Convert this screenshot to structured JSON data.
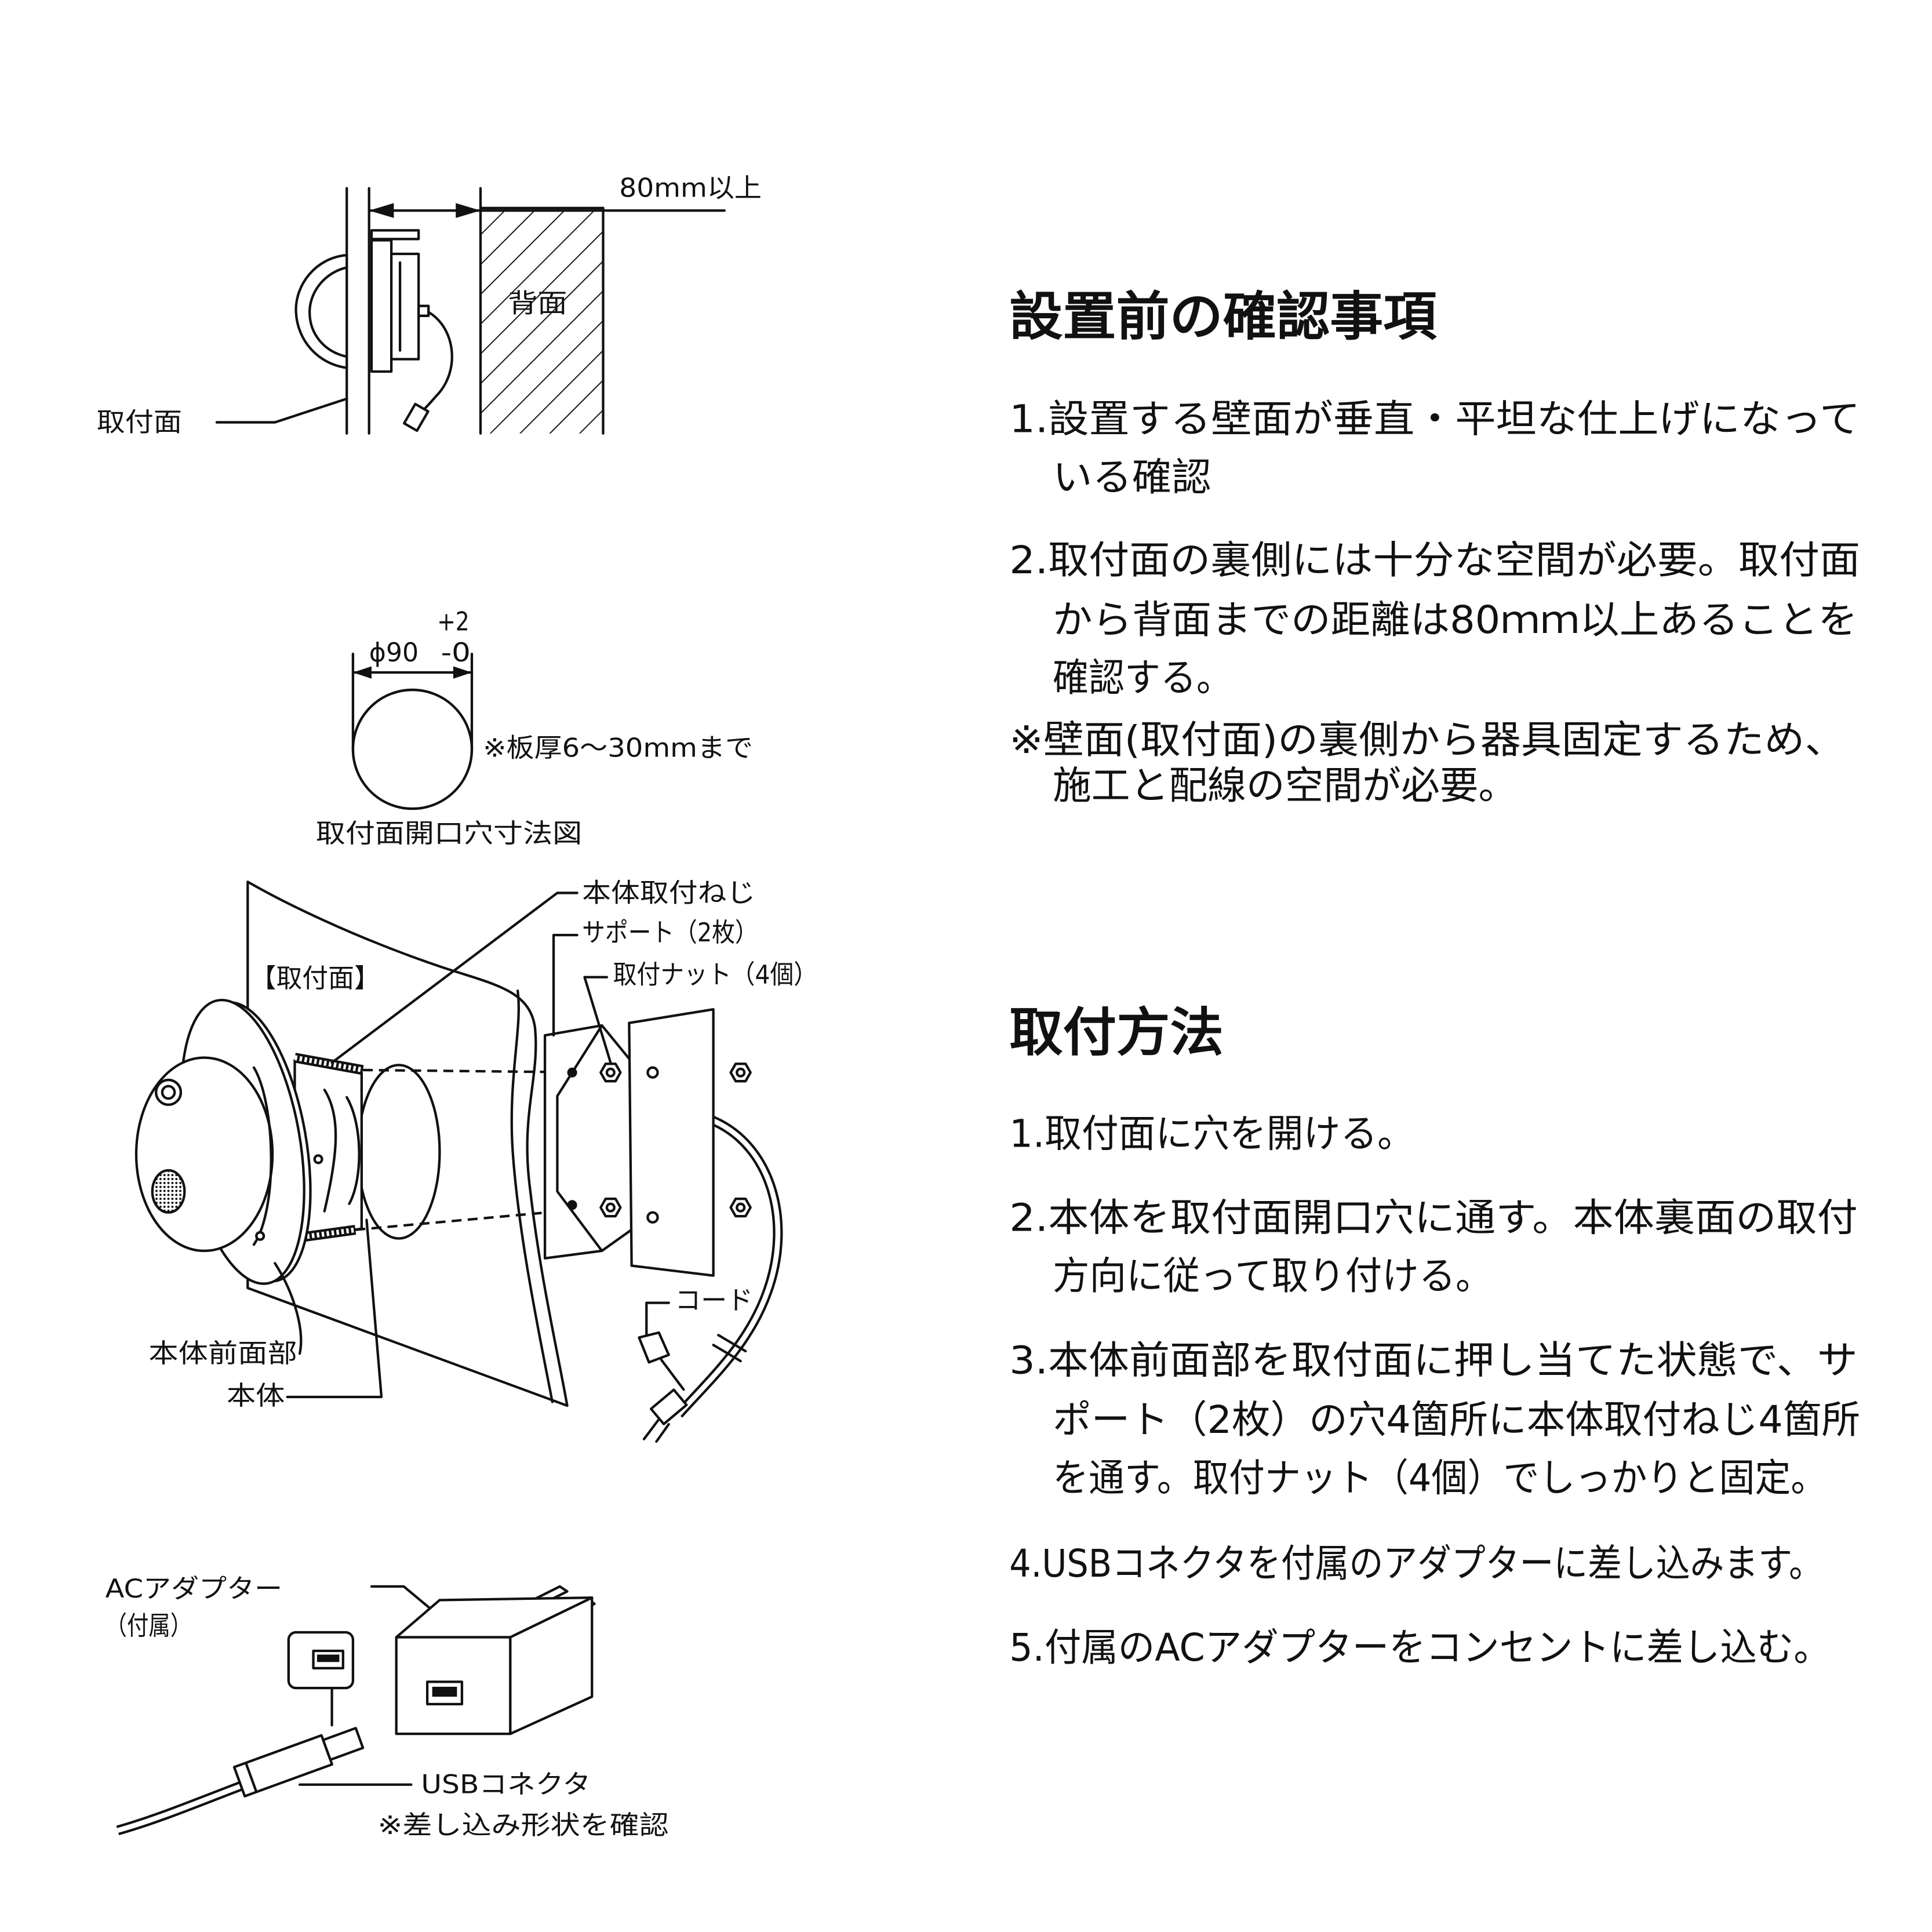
{
  "colors": {
    "ink": "#111111",
    "background": "#ffffff"
  },
  "diagrams": {
    "clearance": {
      "dimension_label": "80mm以上",
      "back_label": "背面",
      "surface_label": "取付面"
    },
    "hole": {
      "diameter_label": "ϕ90",
      "tol_plus": "+2",
      "tol_minus": "-0",
      "note": "※板厚6～30mmまで",
      "caption": "取付面開口穴寸法図"
    },
    "install": {
      "screw_label": "本体取付ねじ",
      "support_label": "サポート（2枚）",
      "nut_label": "取付ナット（4個）",
      "surface_label": "【取付面】",
      "cord_label": "コード",
      "front_label": "本体前面部",
      "body_label": "本体"
    },
    "adapter": {
      "adapter_label": "ACアダプター",
      "adapter_note": "（付属）",
      "usb_label": "USBコネクタ",
      "usb_note": "※差し込み形状を確認"
    }
  },
  "sections": [
    {
      "heading": "設置前の確認事項",
      "items": [
        {
          "lines": [
            "1.設置する壁面が垂直・平坦な仕上げになって",
            "いる確認"
          ]
        },
        {
          "lines": [
            "2.取付面の裏側には十分な空間が必要。取付面",
            "から背面までの距離は80ｍｍ以上あることを",
            "確認する。"
          ]
        },
        {
          "lines": [
            "※壁面(取付面)の裏側から器具固定するため、",
            "施工と配線の空間が必要。"
          ]
        }
      ]
    },
    {
      "heading": "取付方法",
      "items": [
        {
          "lines": [
            "1.取付面に穴を開ける。"
          ]
        },
        {
          "lines": [
            "2.本体を取付面開口穴に通す。本体裏面の取付",
            "方向に従って取り付ける。"
          ]
        },
        {
          "lines": [
            "3.本体前面部を取付面に押し当てた状態で、サ",
            "ポート（2枚）の穴4箇所に本体取付ねじ4箇所",
            "を通す。取付ナット（4個）でしっかりと固定。"
          ]
        },
        {
          "lines": [
            "4.USBコネクタを付属のアダプターに差し込みます。"
          ]
        },
        {
          "lines": [
            "5.付属のACアダプターをコンセントに差し込む。"
          ]
        }
      ]
    }
  ]
}
